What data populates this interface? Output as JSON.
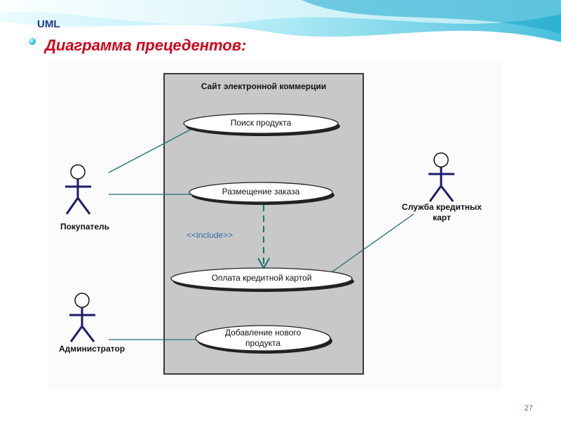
{
  "header": {
    "section": "UML",
    "title": "Диаграмма прецедентов:"
  },
  "diagram": {
    "system_title": "Сайт электронной коммерции",
    "use_cases": {
      "search": "Поиск продукта",
      "order": "Размещение заказа",
      "payment": "Оплата кредитной картой",
      "add_product_line1": "Добавление нового",
      "add_product_line2": "продукта"
    },
    "actors": {
      "buyer": "Покупатель",
      "credit_service_line1": "Служба кредитных",
      "credit_service_line2": "карт",
      "admin": "Администратор"
    },
    "include_label": "<<include>>"
  },
  "footer": {
    "page_number": "27"
  },
  "colors": {
    "title": "#d0021b",
    "section": "#1f3a8a",
    "system_fill": "#c8c8c8",
    "link_line": "#1f6f73",
    "include_line": "#1f6f73"
  }
}
